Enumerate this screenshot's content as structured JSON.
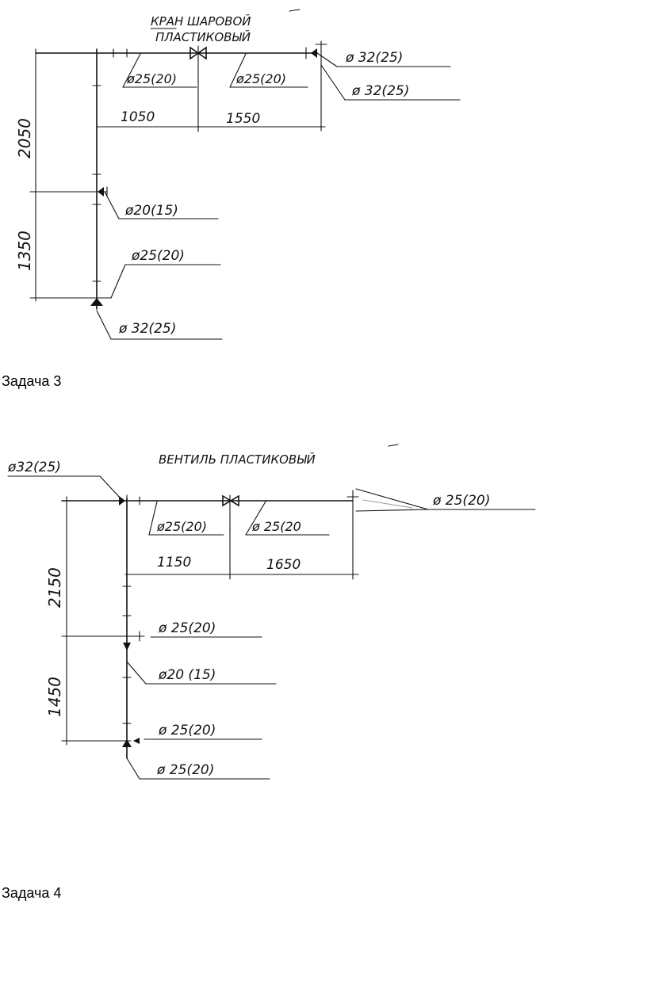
{
  "drawing1": {
    "valve_label_line1": "КРАН ШАРОВОЙ",
    "valve_label_line2": "ПЛАСТИКОВЫЙ",
    "dim_vertical_upper": "2050",
    "dim_vertical_lower": "1350",
    "dim_horizontal_left": "1050",
    "dim_horizontal_right": "1550",
    "pipe_horiz_left": "ø25(20)",
    "pipe_horiz_right": "ø25(20)",
    "pipe_outlet_upper": "ø 32(25)",
    "pipe_outlet_lower": "ø 32(25)",
    "pipe_branch_middle": "ø20(15)",
    "pipe_riser_lower": "ø25(20)",
    "pipe_bottom": "ø 32(25)"
  },
  "caption1": "Задача 3",
  "drawing2": {
    "valve_label": "ВЕНТИЛЬ ПЛАСТИКОВЫЙ",
    "pipe_inlet": "ø32(25)",
    "dim_vertical_upper": "2150",
    "dim_vertical_lower": "1450",
    "dim_horizontal_left": "1150",
    "dim_horizontal_right": "1650",
    "pipe_horiz_left": "ø25(20)",
    "pipe_horiz_right": "ø 25(20",
    "pipe_outlet_right": "ø 25(20)",
    "pipe_branch_middle": "ø 25(20)",
    "pipe_riser_lower": "ø20 (15)",
    "pipe_branch_bottom": "ø 25(20)",
    "pipe_bottom": "ø 25(20)"
  },
  "caption2": "Задача 4"
}
